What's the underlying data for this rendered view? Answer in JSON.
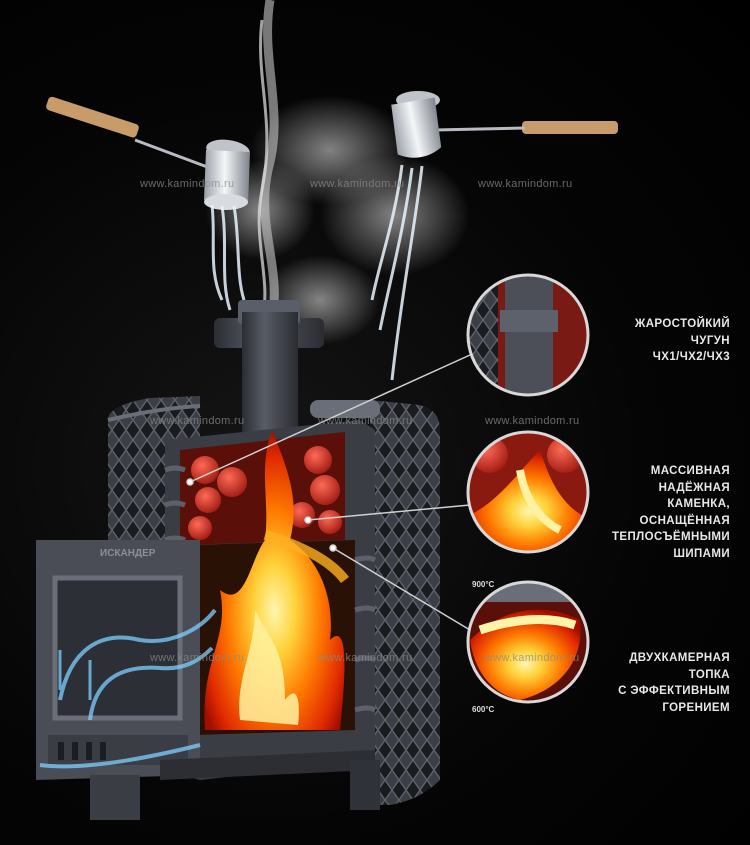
{
  "watermark": "www.kamindom.ru",
  "door_brand": "ИСКАНДЕР",
  "callouts": [
    {
      "lines": [
        "ЖАРОСТОЙКИЙ",
        "ЧУГУН",
        "ЧХ1/ЧХ2/ЧХ3"
      ]
    },
    {
      "lines": [
        "МАССИВНАЯ",
        "НАДЁЖНАЯ",
        "КАМЕНКА,",
        "ОСНАЩЁННАЯ",
        "ТЕПЛОСЪЁМНЫМИ",
        "ШИПАМИ"
      ]
    },
    {
      "lines": [
        "ДВУХКАМЕРНАЯ",
        "ТОПКА",
        "С ЭФФЕКТИВНЫМ",
        "ГОРЕНИЕМ"
      ]
    }
  ],
  "temperatures": {
    "high": "900°C",
    "low": "600°C"
  },
  "colors": {
    "background": "#000000",
    "iron": "#4a4d55",
    "fire": "#ff8a00",
    "steam": "#e6e6e6",
    "airflow": "#7fd0ff"
  }
}
